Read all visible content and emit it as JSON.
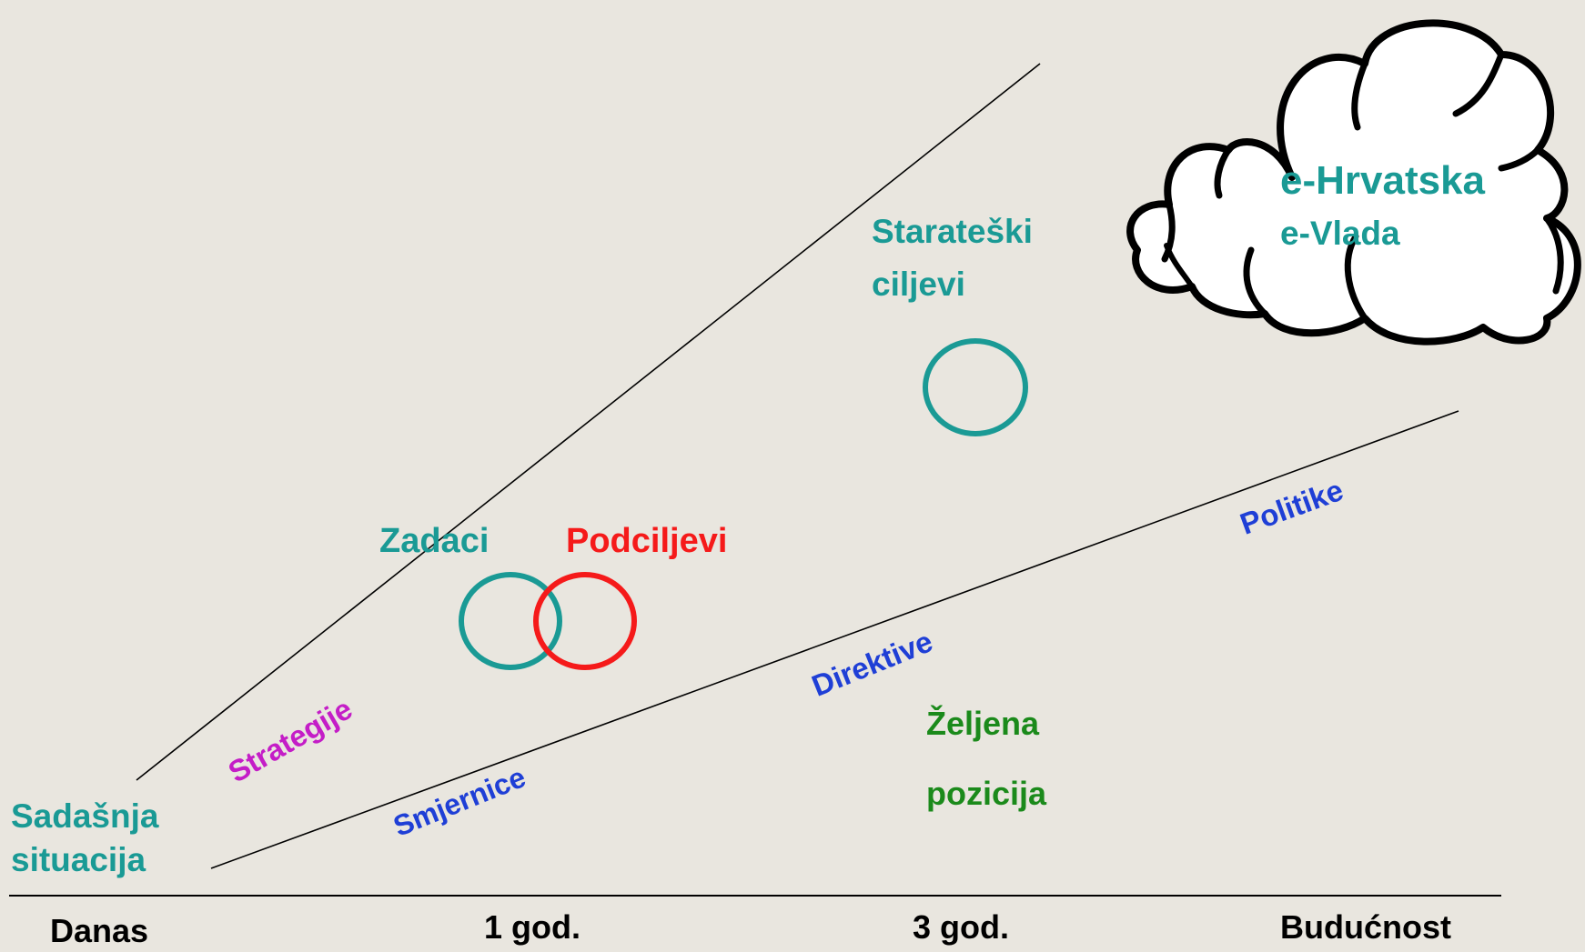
{
  "labels": {
    "current_line1": "Sadašnja",
    "current_line2": "situacija",
    "strategic_line1": "Starateški",
    "strategic_line2": "ciljevi",
    "tasks": "Zadaci",
    "subgoals": "Podciljevi",
    "strategies": "Strategije",
    "guidelines": "Smjernice",
    "directives": "Direktive",
    "policies": "Politike",
    "desired_line1": "Željena",
    "desired_line2": "pozicija",
    "cloud_line1": "e-Hrvatska",
    "cloud_line2": "e-Vlada"
  },
  "timeline": {
    "today": "Danas",
    "year1": "1 god.",
    "year3": "3 god.",
    "future": "Budućnost"
  },
  "colors": {
    "background": "#e9e6df",
    "teal": "#1a9a95",
    "blue": "#1f3fd6",
    "red": "#f51a1a",
    "magenta": "#c41dc7",
    "green": "#1b8a1b"
  }
}
